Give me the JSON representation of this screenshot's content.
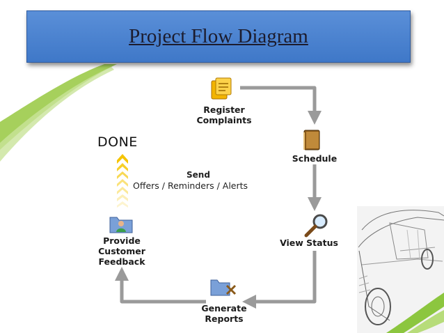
{
  "title": "Project Flow Diagram",
  "done_label": "DONE",
  "send": {
    "label": "Send",
    "items": "Offers / Reminders / Alerts"
  },
  "steps": [
    {
      "line1": "Register",
      "line2": "Complaints",
      "icon": "notes-icon"
    },
    {
      "line1": "Schedule",
      "icon": "book-icon"
    },
    {
      "line1": "View Status",
      "icon": "magnifier-icon"
    },
    {
      "line1": "Generate",
      "line2": "Reports",
      "icon": "folder-tools-icon"
    },
    {
      "line1": "Provide",
      "line2": "Customer",
      "line3": "Feedback",
      "icon": "user-folder-icon"
    }
  ],
  "colors": {
    "banner": "#4a84d0",
    "arrow": "#9a9a9a",
    "accent_green": "#8cc63f",
    "chevron": "#f5c400"
  }
}
